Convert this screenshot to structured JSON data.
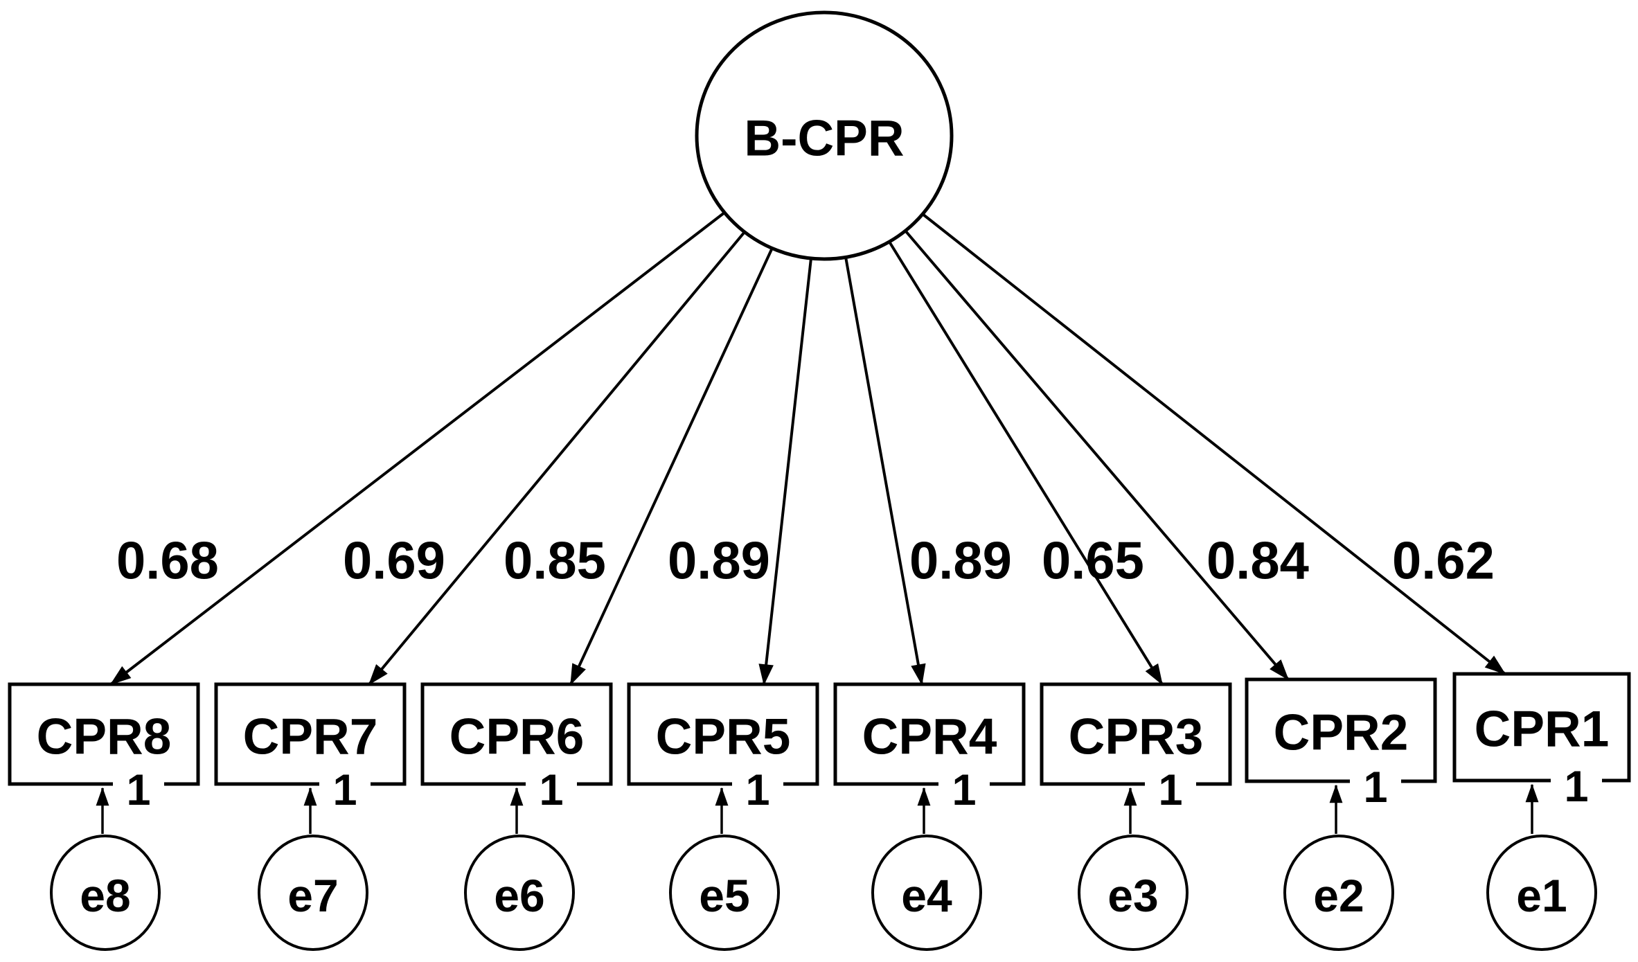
{
  "diagram": {
    "kind": "confirmatory-factor-analysis-path-diagram",
    "colors": {
      "stroke": "#000000",
      "background": "#ffffff"
    },
    "latent": {
      "label": "B-CPR"
    },
    "indicators": [
      {
        "label": "CPR8",
        "loading": "0.68",
        "error": {
          "label": "e8",
          "loading": "1"
        }
      },
      {
        "label": "CPR7",
        "loading": "0.69",
        "error": {
          "label": "e7",
          "loading": "1"
        }
      },
      {
        "label": "CPR6",
        "loading": "0.85",
        "error": {
          "label": "e6",
          "loading": "1"
        }
      },
      {
        "label": "CPR5",
        "loading": "0.89",
        "error": {
          "label": "e5",
          "loading": "1"
        }
      },
      {
        "label": "CPR4",
        "loading": "0.89",
        "error": {
          "label": "e4",
          "loading": "1"
        }
      },
      {
        "label": "CPR3",
        "loading": "0.65",
        "error": {
          "label": "e3",
          "loading": "1"
        }
      },
      {
        "label": "CPR2",
        "loading": "0.84",
        "error": {
          "label": "e2",
          "loading": "1"
        }
      },
      {
        "label": "CPR1",
        "loading": "0.62",
        "error": {
          "label": "e1",
          "loading": "1"
        }
      }
    ]
  }
}
